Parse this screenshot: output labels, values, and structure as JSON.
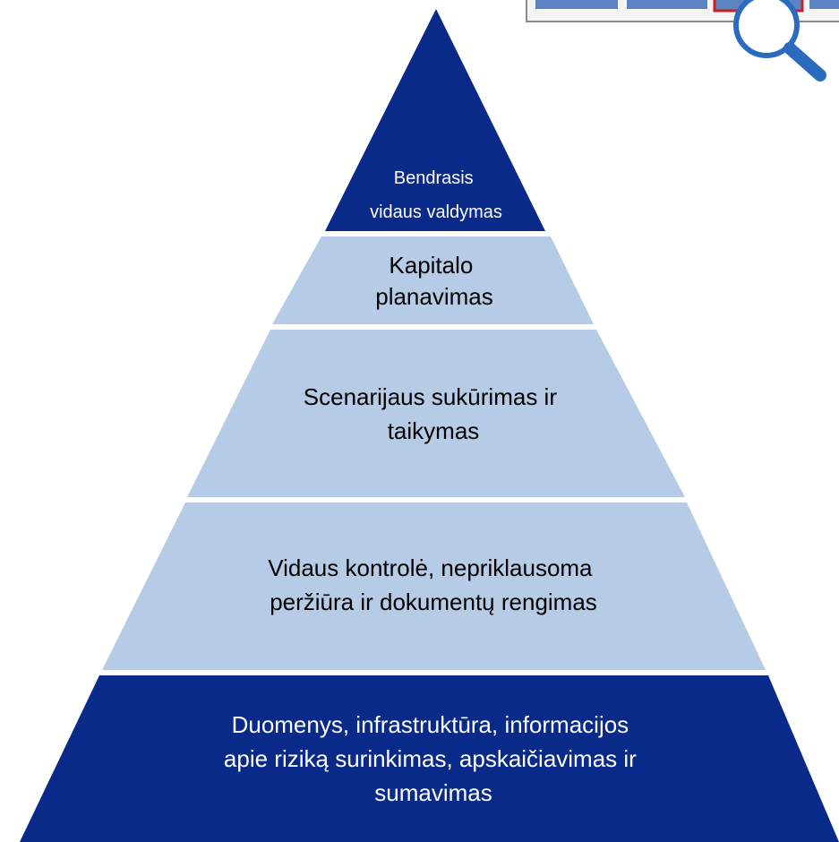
{
  "pyramid": {
    "colors": {
      "dark": "#0a2a8a",
      "light": "#b6cbe5",
      "thumbnail_frame": "#8a8a8a",
      "thumbnail_tab": "#5c84c4",
      "thumbnail_tab_active": "#cc1f1f",
      "magnifier": "#2a6bbf"
    },
    "tiers": [
      {
        "id": "top",
        "lines": [
          "Bendrasis",
          "vidaus valdymas"
        ]
      },
      {
        "id": "capital",
        "lines": [
          "Kapitalo",
          "planavimas"
        ]
      },
      {
        "id": "scenario",
        "lines": [
          "Scenarijaus sukūrimas ir",
          "taikymas"
        ]
      },
      {
        "id": "control",
        "lines": [
          "Vidaus kontrolė, nepriklausoma",
          "peržiūra ir dokumentų rengimas"
        ]
      },
      {
        "id": "data",
        "lines": [
          "Duomenys, infrastruktūra, informacijos",
          "apie riziką surinkimas, apskaičiavimas ir",
          "sumavimas"
        ]
      }
    ],
    "thumbnail_icon": "zoom-magnifier-icon"
  }
}
